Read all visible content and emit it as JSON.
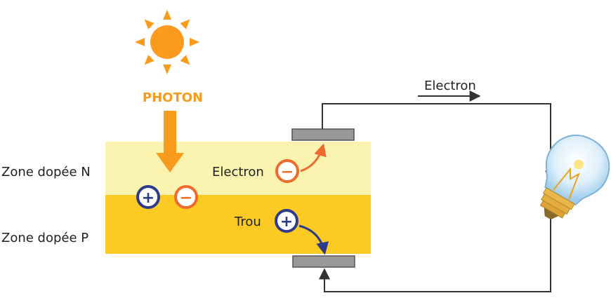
{
  "photon_label": "PHOTON",
  "zone_n_label": "Zone dopée N",
  "zone_p_label": "Zone dopée P",
  "electron_label": "Electron",
  "hole_label": "Trou",
  "circuit_electron_label": "Electron",
  "plus_sign": "+",
  "minus_sign": "−",
  "icons": {
    "sun": "sun-icon",
    "bulb": "light-bulb-icon"
  },
  "colors": {
    "zone_n": "#fbf3b0",
    "zone_p": "#fccb23",
    "photon": "#f99b1c",
    "electron": "#ef6a2d",
    "hole": "#2e3b8c",
    "wire": "#333333",
    "electrode": "#999999"
  }
}
